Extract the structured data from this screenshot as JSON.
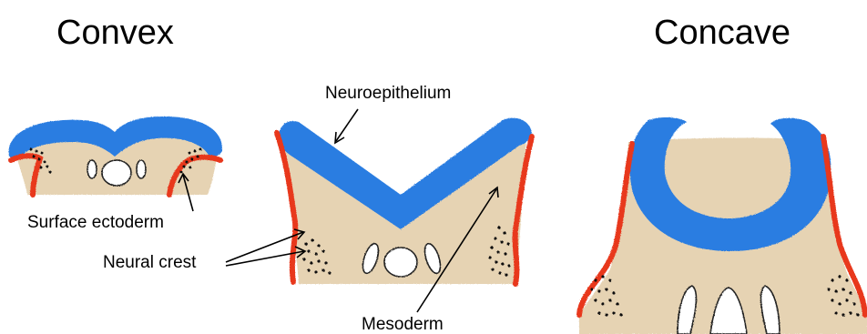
{
  "titles": {
    "convex": "Convex",
    "concave": "Concave"
  },
  "labels": {
    "neuroepithelium": "Neuroepithelium",
    "surface_ectoderm": "Surface ectoderm",
    "neural_crest": "Neural crest",
    "mesoderm": "Mesoderm"
  },
  "colors": {
    "neuroepithelium": "#2a7de1",
    "surface_ectoderm": "#e8371f",
    "mesenchyme": "#e6d3b3",
    "neural_crest_dots": "#111111",
    "outline": "#222222"
  }
}
